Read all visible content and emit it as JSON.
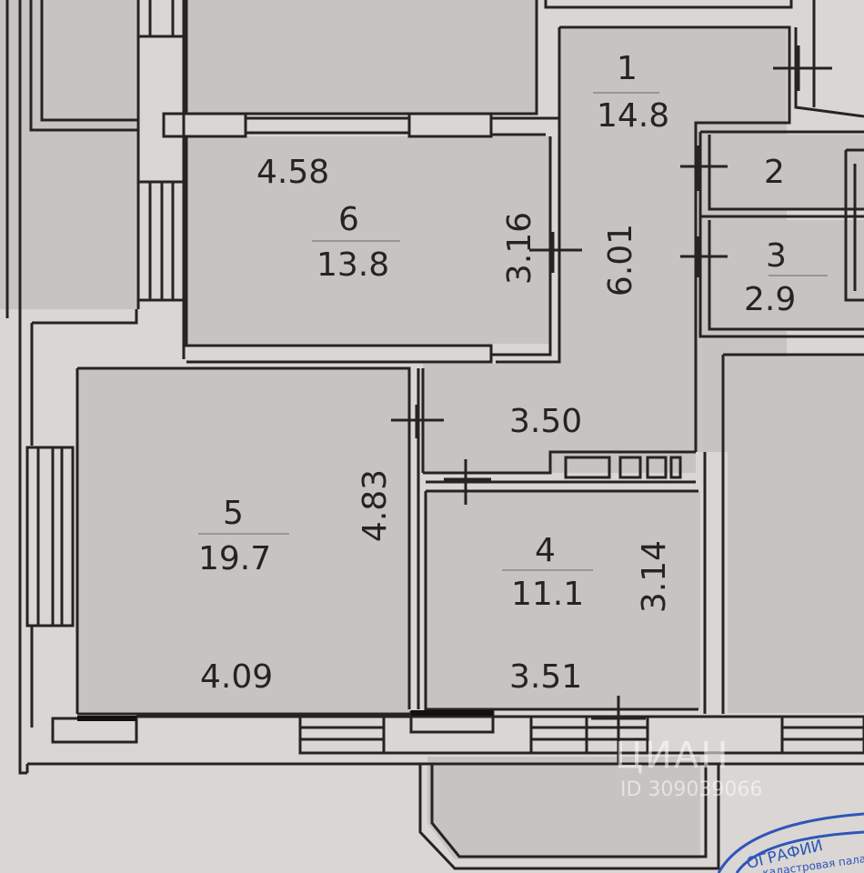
{
  "rooms": [
    {
      "number": "1",
      "area": "14.8"
    },
    {
      "number": "2",
      "area": ""
    },
    {
      "number": "3",
      "area": "2.9"
    },
    {
      "number": "4",
      "area": "11.1"
    },
    {
      "number": "5",
      "area": "19.7"
    },
    {
      "number": "6",
      "area": "13.8"
    }
  ],
  "dimensions": [
    "4.58",
    "3.16",
    "6.01",
    "3.50",
    "4.83",
    "4.09",
    "3.14",
    "3.51"
  ],
  "watermark": {
    "brand": "ЦИАН",
    "id": "ID 309039066"
  },
  "stamp": {
    "line1": "ОГРАФИИ",
    "line2": "кадастровая пала"
  },
  "colors": {
    "paper": "#d9d6d4",
    "room": "#c6c3c1",
    "wall": "#262321",
    "stamp": "#2f55b8"
  }
}
